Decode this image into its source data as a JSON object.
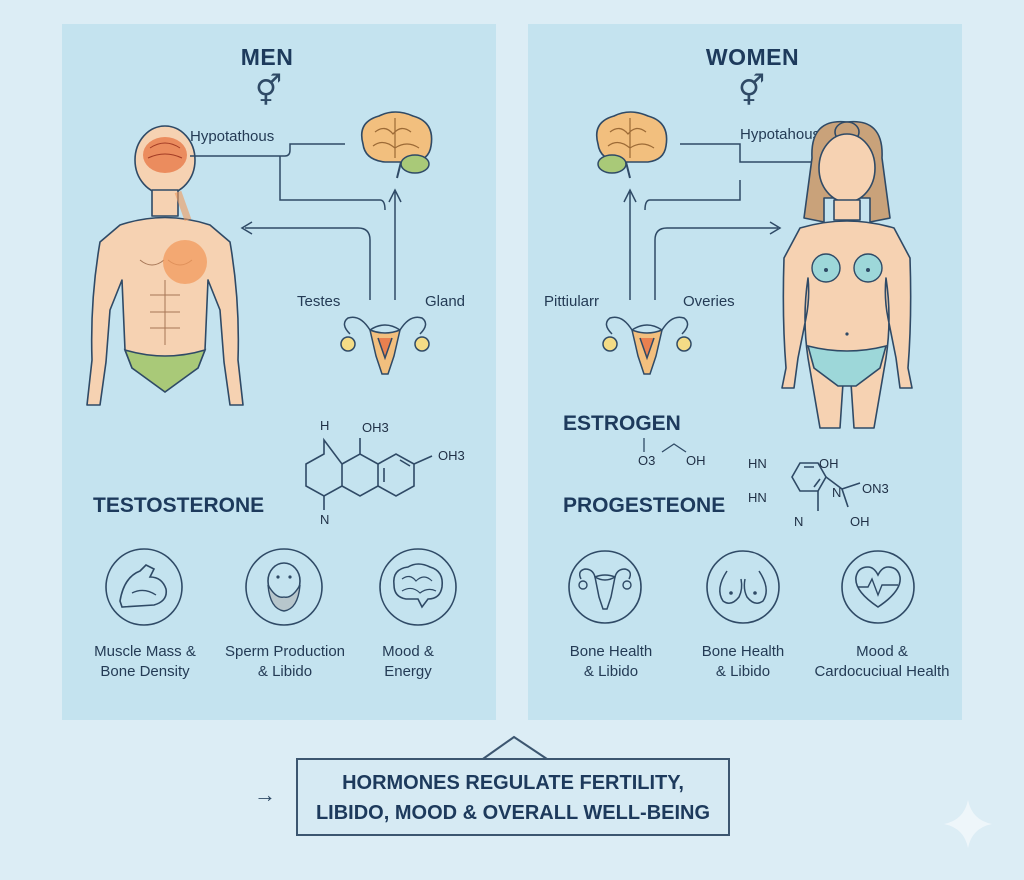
{
  "men": {
    "title": "MEN",
    "symbol": "⚥",
    "labels": {
      "hypothalamus": "Hypotathous",
      "testes": "Testes",
      "gland": "Gland"
    },
    "hormone": "TESTOSTERONE",
    "chem": {
      "h": "H",
      "oh3_top": "OH3",
      "oh3_right": "OH3",
      "n": "N"
    },
    "benefits": [
      {
        "icon": "muscle-icon",
        "line1": "Muscle Mass &",
        "line2": "Bone Density"
      },
      {
        "icon": "bearded-face-icon",
        "line1": "Sperm Production",
        "line2": "& Libido"
      },
      {
        "icon": "brain-icon",
        "line1": "Mood &",
        "line2": "Energy"
      }
    ]
  },
  "women": {
    "title": "WOMEN",
    "symbol": "⚥",
    "labels": {
      "hypothalamus": "Hypotahous",
      "pituitary": "Pittiularr",
      "ovaries": "Overies"
    },
    "hormone_estrogen": "ESTROGEN",
    "estrogen_chem": {
      "o3": "O3",
      "oh": "OH"
    },
    "hormone_progesterone": "PROGESTEONE",
    "chem": {
      "hn_top": "HN",
      "oh_top": "OH",
      "hn_left": "HN",
      "n_bottom": "N",
      "n_mid": "N",
      "on3": "ON3",
      "oh_bottom": "OH"
    },
    "benefits": [
      {
        "icon": "uterus-icon",
        "line1": "Bone Health",
        "line2": "& Libido"
      },
      {
        "icon": "breasts-icon",
        "line1": "Bone Health",
        "line2": "& Libido"
      },
      {
        "icon": "heart-pulse-icon",
        "line1": "Mood &",
        "line2": "Cardocuciual Health"
      }
    ]
  },
  "footer": {
    "line1": "HORMONES REGULATE FERTILITY,",
    "line2": "LIBIDO, MOOD & OVERALL WELL-BEING",
    "arrow": "→"
  },
  "colors": {
    "panel": "#c4e3ef",
    "background": "#dcedf5",
    "skin": "#f6d2b2",
    "brain": "#f2bf7e",
    "green": "#a9c978",
    "teal": "#9dd7d9",
    "orange": "#f29a5c",
    "outline": "#2f4a66"
  }
}
